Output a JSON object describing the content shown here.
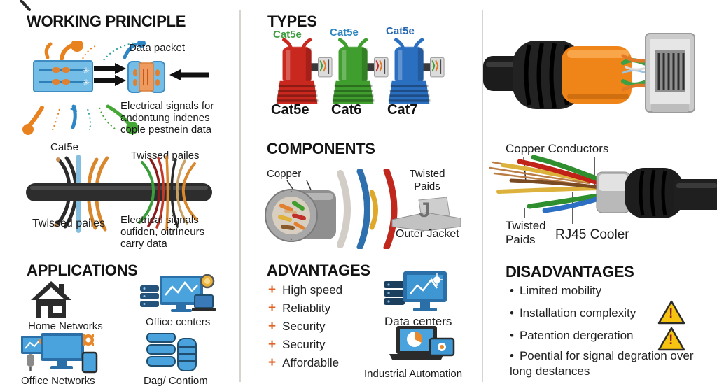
{
  "meta": {
    "background": "#ffffff",
    "divider_color": "#d8d5d1",
    "accent_orange": "#e06325",
    "warning_yellow": "#f6c410"
  },
  "working_principle": {
    "title": "WORKING PRINCIPLE",
    "data_packet_label": "Data packet",
    "caption_lines": [
      "Electrical signals for",
      "andontung indenes",
      "cople pestnein data"
    ]
  },
  "cable_section": {
    "cat5e_label": "Cat5e",
    "twisted_top_label": "Twissed pailes",
    "twisted_bottom_label": "Twissed pailes",
    "caption_lines": [
      "Electrical signals",
      "oufiden, oitríneurs",
      "carry data"
    ]
  },
  "types": {
    "title": "TYPES",
    "items": [
      {
        "top_label": "Cat5e",
        "top_color": "#3f9e3f",
        "name": "Cat5e",
        "body_color": "#c9281e"
      },
      {
        "top_label": "Cat5e",
        "top_color": "#2e86c1",
        "name": "Cat6",
        "body_color": "#3f9e2d"
      },
      {
        "top_label": "Cat5e",
        "top_color": "#2868b0",
        "name": "Cat7",
        "body_color": "#2b6fc0"
      }
    ]
  },
  "components": {
    "title": "COMPONENTS",
    "copper_label": "Copper",
    "twisted_lines": [
      "Twisted",
      "Paids"
    ],
    "outer_jacket_label": "Outer Jacket",
    "bracket_letter": "J"
  },
  "applications": {
    "title": "APPLICATIONS",
    "items": [
      {
        "label": "Home Networks",
        "icon": "house-icon"
      },
      {
        "label": "Office centers",
        "icon": "office-servers-icon"
      },
      {
        "label": "Office Networks",
        "icon": "computers-icon"
      },
      {
        "label": "Dag/ Contiom",
        "icon": "database-icon"
      }
    ]
  },
  "advantages": {
    "title": "ADVANTAGES",
    "bullet_symbol": "+",
    "items": [
      "High speed",
      "Reliablity",
      "Security",
      "Security",
      "Affordablle"
    ],
    "callouts": [
      {
        "label": "Data centers",
        "icon": "data-centers-icon"
      },
      {
        "label": "Industrial Automation",
        "icon": "industrial-automation-icon"
      }
    ]
  },
  "cable_diagram": {
    "copper_conductors_label": "Copper Conductors",
    "twisted_lines": [
      "Twisted",
      "Paids"
    ],
    "rj45_label": "RJ45 Cooler"
  },
  "disadvantages": {
    "title": "DISADVANTAGES",
    "bullet_symbol": "•",
    "warning_symbol": "!",
    "items": [
      {
        "text": "Limited mobility",
        "warning": false
      },
      {
        "text": "Installation complexity",
        "warning": true
      },
      {
        "text": "Patention dergeration",
        "warning": true
      },
      {
        "text": "Poential for signal degration over long destances",
        "warning": false
      }
    ]
  }
}
